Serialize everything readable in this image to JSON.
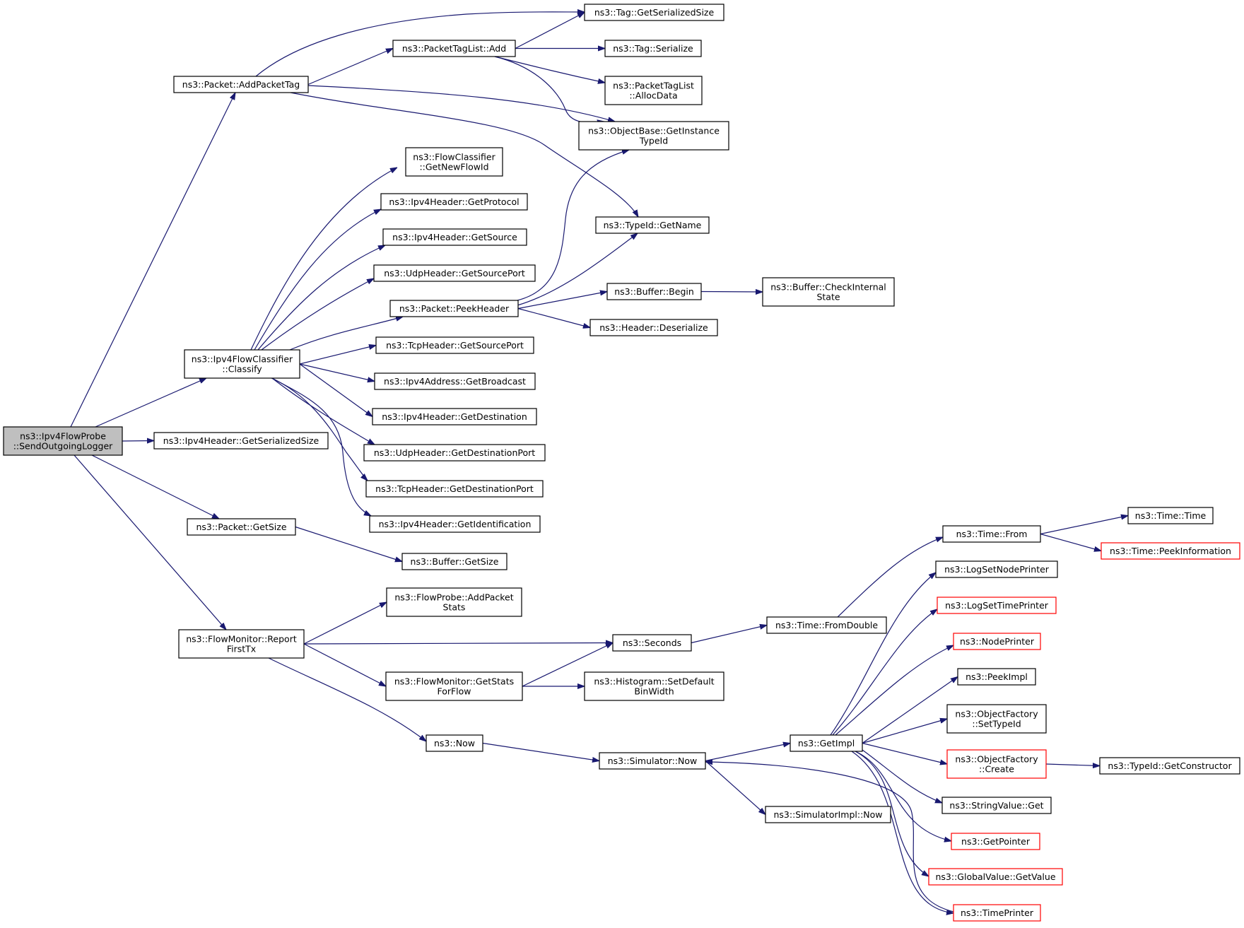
{
  "graph": {
    "nodes": [
      {
        "id": "root",
        "lines": [
          "ns3::Ipv4FlowProbe",
          "::SendOutgoingLogger"
        ],
        "style": "root"
      },
      {
        "id": "addPacketTag",
        "lines": [
          "ns3::Packet::AddPacketTag"
        ]
      },
      {
        "id": "ipv4FlowClassify",
        "lines": [
          "ns3::Ipv4FlowClassifier",
          "::Classify"
        ]
      },
      {
        "id": "ipv4HdrSerSize",
        "lines": [
          "ns3::Ipv4Header::GetSerializedSize"
        ]
      },
      {
        "id": "packetGetSize",
        "lines": [
          "ns3::Packet::GetSize"
        ]
      },
      {
        "id": "reportFirstTx",
        "lines": [
          "ns3::FlowMonitor::Report",
          "FirstTx"
        ]
      },
      {
        "id": "tagGetSerSize",
        "lines": [
          "ns3::Tag::GetSerializedSize"
        ]
      },
      {
        "id": "packetTagListAdd",
        "lines": [
          "ns3::PacketTagList::Add"
        ]
      },
      {
        "id": "tagSerialize",
        "lines": [
          "ns3::Tag::Serialize"
        ]
      },
      {
        "id": "ptlAllocData",
        "lines": [
          "ns3::PacketTagList",
          "::AllocData"
        ]
      },
      {
        "id": "objBaseGetInst",
        "lines": [
          "ns3::ObjectBase::GetInstance",
          "TypeId"
        ]
      },
      {
        "id": "getNewFlowId",
        "lines": [
          "ns3::FlowClassifier",
          "::GetNewFlowId"
        ]
      },
      {
        "id": "ipv4GetProtocol",
        "lines": [
          "ns3::Ipv4Header::GetProtocol"
        ]
      },
      {
        "id": "ipv4GetSource",
        "lines": [
          "ns3::Ipv4Header::GetSource"
        ]
      },
      {
        "id": "udpGetSrcPort",
        "lines": [
          "ns3::UdpHeader::GetSourcePort"
        ]
      },
      {
        "id": "typeIdGetName",
        "lines": [
          "ns3::TypeId::GetName"
        ]
      },
      {
        "id": "packetPeekHeader",
        "lines": [
          "ns3::Packet::PeekHeader"
        ]
      },
      {
        "id": "bufferBegin",
        "lines": [
          "ns3::Buffer::Begin"
        ]
      },
      {
        "id": "bufferCheckInternal",
        "lines": [
          "ns3::Buffer::CheckInternal",
          "State"
        ]
      },
      {
        "id": "headerDeserialize",
        "lines": [
          "ns3::Header::Deserialize"
        ]
      },
      {
        "id": "tcpGetSrcPort",
        "lines": [
          "ns3::TcpHeader::GetSourcePort"
        ]
      },
      {
        "id": "ipv4AddrGetBroadcast",
        "lines": [
          "ns3::Ipv4Address::GetBroadcast"
        ]
      },
      {
        "id": "ipv4GetDestination",
        "lines": [
          "ns3::Ipv4Header::GetDestination"
        ]
      },
      {
        "id": "udpGetDestPort",
        "lines": [
          "ns3::UdpHeader::GetDestinationPort"
        ]
      },
      {
        "id": "tcpGetDestPort",
        "lines": [
          "ns3::TcpHeader::GetDestinationPort"
        ]
      },
      {
        "id": "ipv4GetIdent",
        "lines": [
          "ns3::Ipv4Header::GetIdentification"
        ]
      },
      {
        "id": "bufferGetSize",
        "lines": [
          "ns3::Buffer::GetSize"
        ]
      },
      {
        "id": "flowProbeAddStats",
        "lines": [
          "ns3::FlowProbe::AddPacket",
          "Stats"
        ]
      },
      {
        "id": "seconds",
        "lines": [
          "ns3::Seconds"
        ]
      },
      {
        "id": "getStatsForFlow",
        "lines": [
          "ns3::FlowMonitor::GetStats",
          "ForFlow"
        ]
      },
      {
        "id": "histSetDefault",
        "lines": [
          "ns3::Histogram::SetDefault",
          "BinWidth"
        ]
      },
      {
        "id": "now",
        "lines": [
          "ns3::Now"
        ]
      },
      {
        "id": "simulatorNow",
        "lines": [
          "ns3::Simulator::Now"
        ]
      },
      {
        "id": "simulatorImplNow",
        "lines": [
          "ns3::SimulatorImpl::Now"
        ]
      },
      {
        "id": "timeFromDouble",
        "lines": [
          "ns3::Time::FromDouble"
        ]
      },
      {
        "id": "timeFrom",
        "lines": [
          "ns3::Time::From"
        ]
      },
      {
        "id": "timeTime",
        "lines": [
          "ns3::Time::Time"
        ]
      },
      {
        "id": "timePeekInfo",
        "lines": [
          "ns3::Time::PeekInformation"
        ],
        "style": "red"
      },
      {
        "id": "logSetNodePrinter",
        "lines": [
          "ns3::LogSetNodePrinter"
        ]
      },
      {
        "id": "logSetTimePrinter",
        "lines": [
          "ns3::LogSetTimePrinter"
        ],
        "style": "red"
      },
      {
        "id": "nodePrinter",
        "lines": [
          "ns3::NodePrinter"
        ],
        "style": "red"
      },
      {
        "id": "peekImpl",
        "lines": [
          "ns3::PeekImpl"
        ]
      },
      {
        "id": "objFactorySetTypeId",
        "lines": [
          "ns3::ObjectFactory",
          "::SetTypeId"
        ]
      },
      {
        "id": "getImpl",
        "lines": [
          "ns3::GetImpl"
        ]
      },
      {
        "id": "objFactoryCreate",
        "lines": [
          "ns3::ObjectFactory",
          "::Create"
        ],
        "style": "red"
      },
      {
        "id": "typeIdGetCtor",
        "lines": [
          "ns3::TypeId::GetConstructor"
        ]
      },
      {
        "id": "stringValueGet",
        "lines": [
          "ns3::StringValue::Get"
        ]
      },
      {
        "id": "getPointer",
        "lines": [
          "ns3::GetPointer"
        ],
        "style": "red"
      },
      {
        "id": "globalValueGetValue",
        "lines": [
          "ns3::GlobalValue::GetValue"
        ],
        "style": "red"
      },
      {
        "id": "timePrinter",
        "lines": [
          "ns3::TimePrinter"
        ],
        "style": "red"
      }
    ],
    "edges": [
      [
        "root",
        "addPacketTag"
      ],
      [
        "root",
        "ipv4FlowClassify"
      ],
      [
        "root",
        "ipv4HdrSerSize"
      ],
      [
        "root",
        "packetGetSize"
      ],
      [
        "root",
        "reportFirstTx"
      ],
      [
        "addPacketTag",
        "tagGetSerSize"
      ],
      [
        "addPacketTag",
        "packetTagListAdd"
      ],
      [
        "addPacketTag",
        "objBaseGetInst"
      ],
      [
        "addPacketTag",
        "typeIdGetName"
      ],
      [
        "packetTagListAdd",
        "tagGetSerSize"
      ],
      [
        "packetTagListAdd",
        "tagSerialize"
      ],
      [
        "packetTagListAdd",
        "ptlAllocData"
      ],
      [
        "packetTagListAdd",
        "objBaseGetInst"
      ],
      [
        "ipv4FlowClassify",
        "getNewFlowId"
      ],
      [
        "ipv4FlowClassify",
        "ipv4GetProtocol"
      ],
      [
        "ipv4FlowClassify",
        "ipv4GetSource"
      ],
      [
        "ipv4FlowClassify",
        "udpGetSrcPort"
      ],
      [
        "ipv4FlowClassify",
        "packetPeekHeader"
      ],
      [
        "ipv4FlowClassify",
        "tcpGetSrcPort"
      ],
      [
        "ipv4FlowClassify",
        "ipv4AddrGetBroadcast"
      ],
      [
        "ipv4FlowClassify",
        "ipv4GetDestination"
      ],
      [
        "ipv4FlowClassify",
        "udpGetDestPort"
      ],
      [
        "ipv4FlowClassify",
        "tcpGetDestPort"
      ],
      [
        "ipv4FlowClassify",
        "ipv4GetIdent"
      ],
      [
        "packetPeekHeader",
        "objBaseGetInst"
      ],
      [
        "packetPeekHeader",
        "typeIdGetName"
      ],
      [
        "packetPeekHeader",
        "bufferBegin"
      ],
      [
        "packetPeekHeader",
        "headerDeserialize"
      ],
      [
        "bufferBegin",
        "bufferCheckInternal"
      ],
      [
        "packetGetSize",
        "bufferGetSize"
      ],
      [
        "reportFirstTx",
        "flowProbeAddStats"
      ],
      [
        "reportFirstTx",
        "seconds"
      ],
      [
        "reportFirstTx",
        "getStatsForFlow"
      ],
      [
        "reportFirstTx",
        "now"
      ],
      [
        "getStatsForFlow",
        "seconds"
      ],
      [
        "getStatsForFlow",
        "histSetDefault"
      ],
      [
        "seconds",
        "timeFromDouble"
      ],
      [
        "timeFromDouble",
        "timeFrom"
      ],
      [
        "timeFrom",
        "timeTime"
      ],
      [
        "timeFrom",
        "timePeekInfo"
      ],
      [
        "now",
        "simulatorNow"
      ],
      [
        "simulatorNow",
        "getImpl"
      ],
      [
        "simulatorNow",
        "simulatorImplNow"
      ],
      [
        "getImpl",
        "logSetNodePrinter"
      ],
      [
        "getImpl",
        "logSetTimePrinter"
      ],
      [
        "getImpl",
        "nodePrinter"
      ],
      [
        "getImpl",
        "peekImpl"
      ],
      [
        "getImpl",
        "objFactorySetTypeId"
      ],
      [
        "getImpl",
        "objFactoryCreate"
      ],
      [
        "getImpl",
        "stringValueGet"
      ],
      [
        "getImpl",
        "getPointer"
      ],
      [
        "getImpl",
        "globalValueGetValue"
      ],
      [
        "getImpl",
        "timePrinter"
      ],
      [
        "objFactoryCreate",
        "typeIdGetCtor"
      ],
      [
        "timePrinter",
        "simulatorNow"
      ]
    ]
  }
}
